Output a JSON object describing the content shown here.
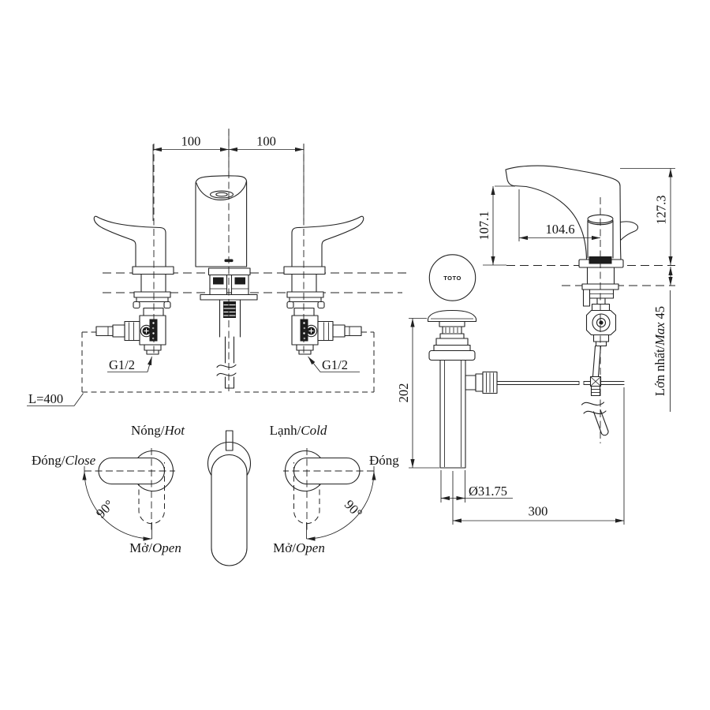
{
  "front_view": {
    "dim_spacing_left": "100",
    "dim_spacing_right": "100",
    "connection_left": "G1/2",
    "connection_right": "G1/2",
    "hose_length": "L=400"
  },
  "handle_operation": {
    "left": {
      "top_vi": "Nóng/",
      "top_en": "Hot",
      "side_vi": "Đóng/",
      "side_en": "Close",
      "bottom_vi": "Mở/",
      "bottom_en": "Open",
      "angle": "90°"
    },
    "right": {
      "top_vi": "Lạnh/",
      "top_en": "Cold",
      "side": "Đóng",
      "bottom_vi": "Mở/",
      "bottom_en": "Open",
      "angle": "90°"
    }
  },
  "side_view": {
    "brand": "TOTO",
    "dim_spout_height": "107.1",
    "dim_spout_reach": "104.6",
    "dim_total_height": "127.3",
    "deck_max_vi": "Lớn nhất/",
    "deck_max_en": "Max",
    "deck_max_value": " 45",
    "dim_drain_length": "202",
    "dim_drain_diameter": "Ø31.75",
    "dim_rod_offset": "300"
  }
}
